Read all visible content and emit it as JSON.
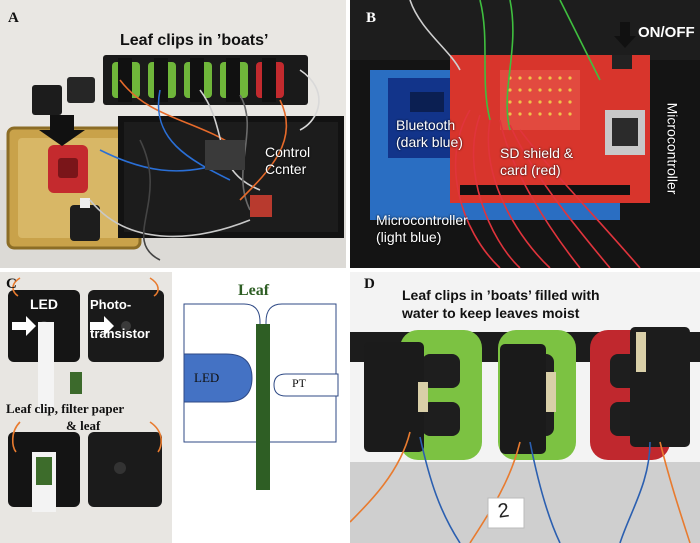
{
  "panels": {
    "a": {
      "letter": "A",
      "title": "Leaf clips in ’boats’",
      "control_line1": "Control",
      "control_line2": "Ccnter"
    },
    "b": {
      "letter": "B",
      "onoff": "ON/OFF",
      "bt_line1": "Bluetooth",
      "bt_line2": "(dark blue)",
      "sd_line1": "SD shield &",
      "sd_line2": "card (red)",
      "mc_line1": "Microcontroller",
      "mc_line2": "(light blue)",
      "mc_vertical": "Microcontroller"
    },
    "c": {
      "letter": "C",
      "led": "LED",
      "photo_line1": "Photo-",
      "photo_line2": "transistor",
      "clip_line1": "Leaf clip, filter paper",
      "clip_line2": "& leaf"
    },
    "diagram": {
      "leaf": "Leaf",
      "led": "LED",
      "pt": "PT"
    },
    "d": {
      "letter": "D",
      "title_line1": "Leaf clips in ’boats’ filled with",
      "title_line2": "water  to keep leaves moist",
      "tag": "2"
    }
  },
  "colors": {
    "leaf_green": "#2e5e24",
    "led_blue": "#4472c4",
    "clip_green": "#7cc242",
    "clip_red": "#c0282e",
    "shield_red": "#d9342b",
    "board_blue": "#1e4fa8"
  }
}
